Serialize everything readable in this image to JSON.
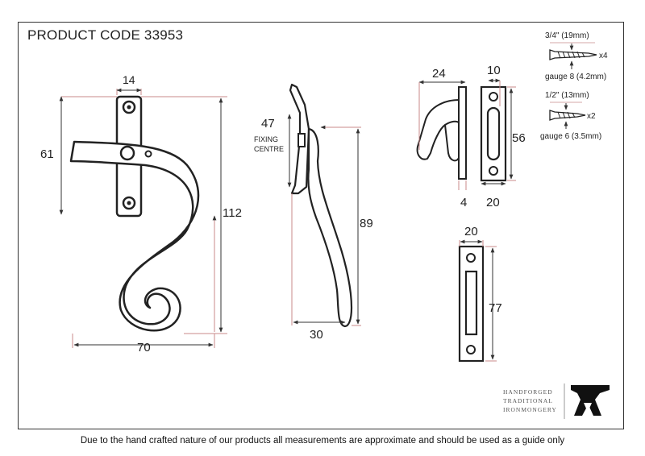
{
  "header": {
    "product_code": "PRODUCT CODE 33953"
  },
  "footer": {
    "disclaimer": "Due to the hand crafted nature of our products all measurements are approximate and should be used as a guide only"
  },
  "dimensions": {
    "handle_width": "14",
    "handle_height": "61",
    "total_length": "70",
    "total_height": "112",
    "fixing_centre_value": "47",
    "fixing_centre_label_1": "FIXING",
    "fixing_centre_label_2": "CENTRE",
    "profile_height": "89",
    "profile_depth": "30",
    "keep_projection": "24",
    "keep_plate_width": "10",
    "keep_height": "56",
    "keep_thickness": "4",
    "keep_plate_total": "20",
    "strike_width": "20",
    "strike_height": "77"
  },
  "screws": {
    "large_size": "3/4\" (19mm)",
    "large_qty": "x4",
    "large_gauge": "gauge 8 (4.2mm)",
    "small_size": "1/2\" (13mm)",
    "small_qty": "x2",
    "small_gauge": "gauge 6 (3.5mm)"
  },
  "brand": {
    "line1": "HANDFORGED",
    "line2": "TRADITIONAL",
    "line3": "IRONMONGERY"
  },
  "colors": {
    "ink": "#222222",
    "dimension_line": "#c98a8a",
    "frame": "#333333"
  }
}
